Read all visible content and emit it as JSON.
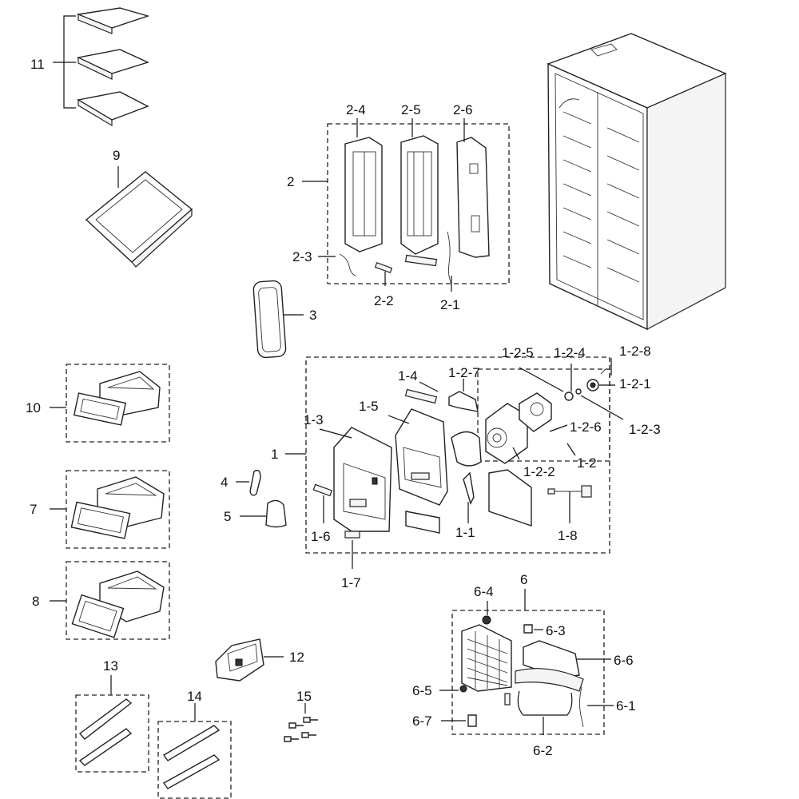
{
  "diagram": {
    "labels": {
      "p11": "11",
      "p9": "9",
      "p2": "2",
      "p2_4": "2-4",
      "p2_5": "2-5",
      "p2_6": "2-6",
      "p2_3": "2-3",
      "p2_2": "2-2",
      "p2_1": "2-1",
      "p3": "3",
      "p10": "10",
      "p7": "7",
      "p8": "8",
      "p4": "4",
      "p5": "5",
      "p1": "1",
      "p1_3": "1-3",
      "p1_5": "1-5",
      "p1_4": "1-4",
      "p1_2_7": "1-2-7",
      "p1_2_5": "1-2-5",
      "p1_2_4": "1-2-4",
      "p1_2_8": "1-2-8",
      "p1_2_1": "1-2-1",
      "p1_2_3": "1-2-3",
      "p1_2_6": "1-2-6",
      "p1_2": "1-2",
      "p1_2_2": "1-2-2",
      "p1_6": "1-6",
      "p1_1": "1-1",
      "p1_8": "1-8",
      "p1_7": "1-7",
      "p6": "6",
      "p6_4": "6-4",
      "p6_3": "6-3",
      "p6_6": "6-6",
      "p6_5": "6-5",
      "p6_1": "6-1",
      "p6_7": "6-7",
      "p6_2": "6-2",
      "p12": "12",
      "p13": "13",
      "p14": "14",
      "p15": "15"
    }
  }
}
